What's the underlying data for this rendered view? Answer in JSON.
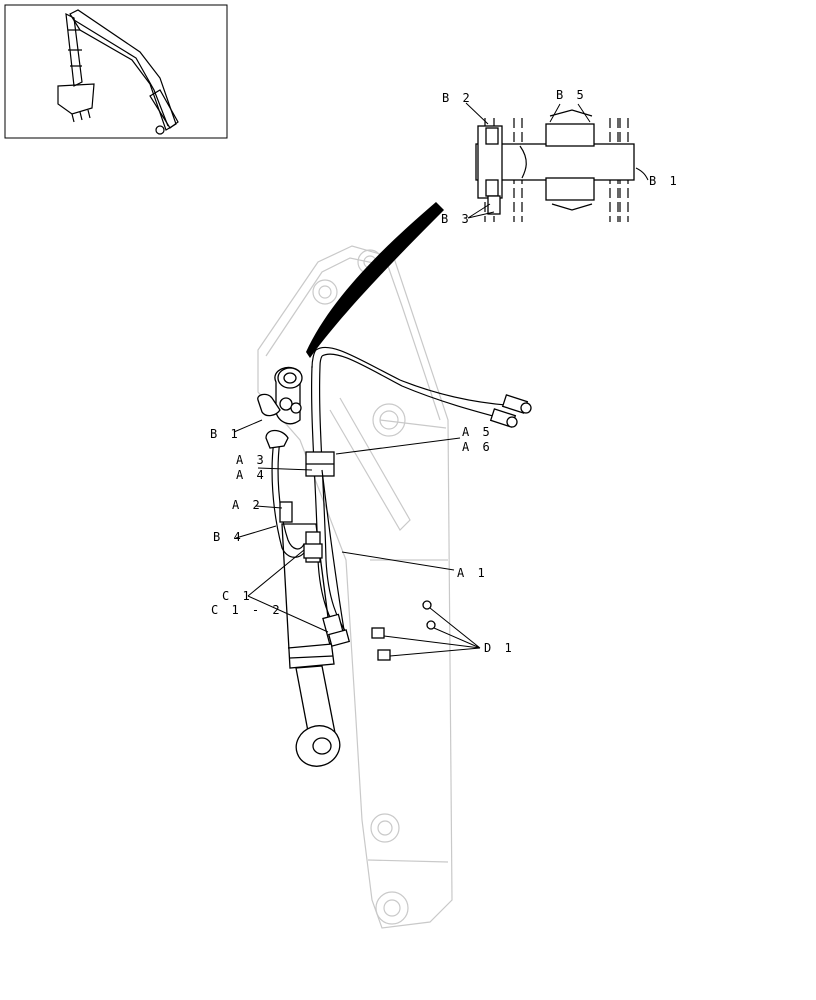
{
  "diagram": {
    "callouts": {
      "B2": "B 2",
      "B5": "B 5",
      "B1_top": "B 1",
      "B3": "B 3",
      "B1_left": "B 1",
      "A5": "A 5",
      "A6": "A 6",
      "A3": "A 3",
      "A4": "A 4",
      "A2": "A 2",
      "B4": "B 4",
      "A1": "A 1",
      "C1": "C 1",
      "C1_2": "C 1 - 2",
      "D1": "D 1"
    }
  }
}
